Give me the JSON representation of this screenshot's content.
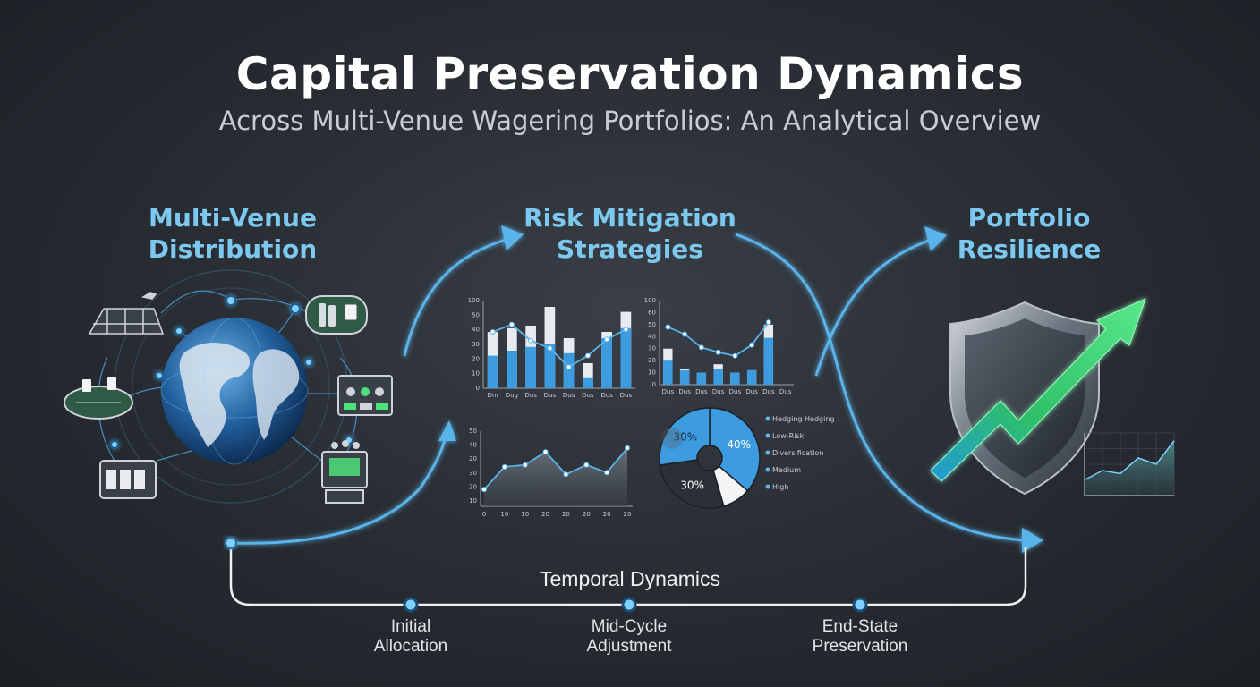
{
  "title": "Capital Preservation Dynamics",
  "subtitle": "Across Multi-Venue Wagering Portfolios: An Analytical Overview",
  "sections": {
    "venue": {
      "line1": "Multi-Venue",
      "line2": "Distribution"
    },
    "risk": {
      "line1": "Risk Mitigation",
      "line2": "Strategies"
    },
    "resilience": {
      "line1": "Portfolio",
      "line2": "Resilience"
    }
  },
  "icons": [
    "racetrack-icon",
    "casino-chips-icon",
    "card-table-icon",
    "online-casino-screen-icon",
    "slot-machine-icon",
    "arcade-machine-icon",
    "globe-icon",
    "shield-icon",
    "growth-arrow-icon"
  ],
  "timeline": {
    "title": "Temporal Dynamics",
    "stages": [
      {
        "line1": "Initial",
        "line2": "Allocation"
      },
      {
        "line1": "Mid-Cycle",
        "line2": "Adjustment"
      },
      {
        "line1": "End-State",
        "line2": "Preservation"
      }
    ]
  },
  "colors": {
    "accent": "#5ab4ea",
    "heading": "#7cc8ef",
    "growth": "#4ee07a",
    "background": "#2a2e35"
  },
  "chart_data": [
    {
      "type": "bar",
      "categories": [
        "Dm",
        "Dug",
        "Dus",
        "Dus",
        "Dus",
        "Dus",
        "Dus",
        "Dus"
      ],
      "series": [
        {
          "values": [
            45,
            48,
            50,
            65,
            40,
            20,
            45,
            61
          ]
        },
        {
          "values": [
            26,
            30,
            33,
            35,
            28,
            8,
            40,
            48
          ]
        }
      ],
      "line": [
        45,
        51,
        38,
        32,
        17,
        26,
        39,
        47
      ],
      "yticks": [
        "0",
        "10",
        "20",
        "30",
        "40",
        "50",
        "100"
      ]
    },
    {
      "type": "bar",
      "categories": [
        "Dus",
        "Dus",
        "Dus",
        "Dus",
        "Dus",
        "Dus",
        "Dus",
        "Dus"
      ],
      "series": [
        {
          "values": [
            30,
            13,
            10,
            17,
            10,
            12,
            50
          ]
        },
        {
          "values": [
            20,
            12,
            10,
            13,
            10,
            12,
            39
          ]
        }
      ],
      "line": [
        48,
        42,
        31,
        27,
        24,
        33,
        52
      ],
      "yticks": [
        "0",
        "10",
        "20",
        "30",
        "40",
        "50",
        "60",
        "100"
      ]
    },
    {
      "type": "area",
      "x": [
        "0",
        "10",
        "10",
        "20",
        "20",
        "20",
        "20",
        "20"
      ],
      "values": [
        19,
        31,
        32,
        39,
        27,
        32,
        28,
        41
      ],
      "yticks": [
        "10",
        "20",
        "30",
        "20",
        "40",
        "50"
      ]
    },
    {
      "type": "pie",
      "slices": [
        {
          "label": "40%",
          "value": 40
        },
        {
          "label": "",
          "value": 10
        },
        {
          "label": "30%",
          "value": 30
        },
        {
          "label": "30%",
          "value": 30
        }
      ],
      "legend": [
        "Hedging Hedging",
        "Low-Risk",
        "Diversification",
        "Medium",
        "High"
      ]
    },
    {
      "type": "line",
      "values": [
        10,
        16,
        14,
        24,
        20,
        35
      ]
    }
  ]
}
